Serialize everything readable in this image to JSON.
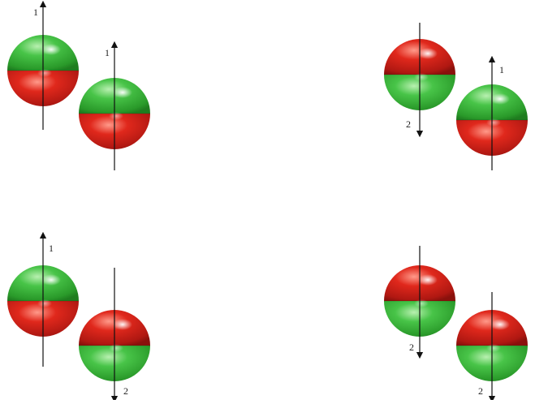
{
  "colors": {
    "green": "#3fb93f",
    "red": "#d9231c",
    "arrow": "#111111",
    "background": "#ffffff"
  },
  "panels": [
    {
      "name": "top-left",
      "spheres": [
        {
          "name": "sphere-a",
          "top_color": "green",
          "bottom_color": "red",
          "arrow_direction": "up",
          "arrow_label": "1"
        },
        {
          "name": "sphere-b",
          "top_color": "green",
          "bottom_color": "red",
          "arrow_direction": "up",
          "arrow_label": "1"
        }
      ]
    },
    {
      "name": "top-right",
      "spheres": [
        {
          "name": "sphere-a",
          "top_color": "red",
          "bottom_color": "green",
          "arrow_direction": "down",
          "arrow_label": "2"
        },
        {
          "name": "sphere-b",
          "top_color": "green",
          "bottom_color": "red",
          "arrow_direction": "up",
          "arrow_label": "1"
        }
      ]
    },
    {
      "name": "bottom-left",
      "spheres": [
        {
          "name": "sphere-a",
          "top_color": "green",
          "bottom_color": "red",
          "arrow_direction": "up",
          "arrow_label": "1"
        },
        {
          "name": "sphere-b",
          "top_color": "red",
          "bottom_color": "green",
          "arrow_direction": "down",
          "arrow_label": "2"
        }
      ]
    },
    {
      "name": "bottom-right",
      "spheres": [
        {
          "name": "sphere-a",
          "top_color": "red",
          "bottom_color": "green",
          "arrow_direction": "down",
          "arrow_label": "2"
        },
        {
          "name": "sphere-b",
          "top_color": "red",
          "bottom_color": "green",
          "arrow_direction": "down",
          "arrow_label": "2"
        }
      ]
    }
  ]
}
